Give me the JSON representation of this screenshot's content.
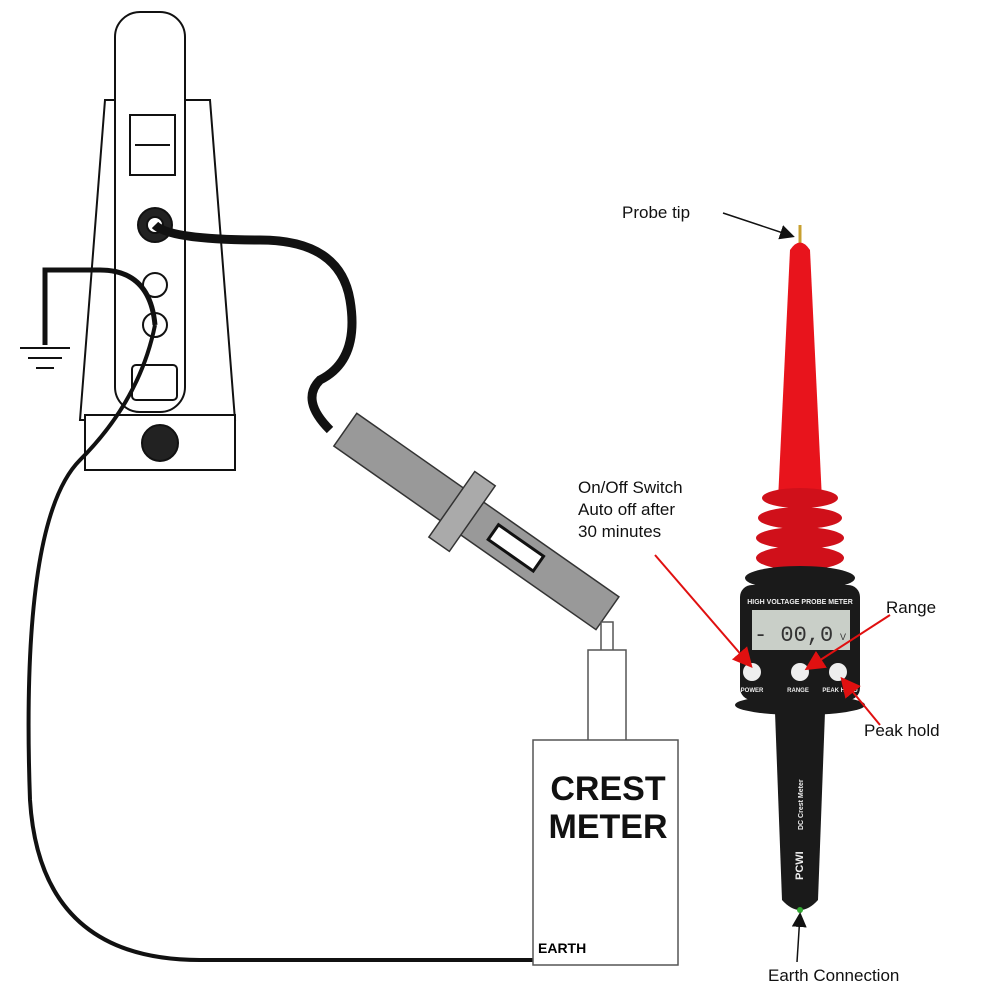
{
  "labels": {
    "probe_tip": "Probe tip",
    "on_off": [
      "On/Off Switch",
      "Auto off after",
      "30 minutes"
    ],
    "range": "Range",
    "peak_hold": "Peak hold",
    "earth_connection": "Earth Connection"
  },
  "crest_meter": {
    "title_line1": "CREST",
    "title_line2": "METER",
    "earth": "EARTH"
  },
  "probe_meter": {
    "header": "HIGH VOLTAGE PROBE METER",
    "display": "- 00,0",
    "unit": "V",
    "buttons": [
      "POWER",
      "RANGE",
      "PEAK HOLD"
    ],
    "brand": "PCWI",
    "model": "DC Crest Meter"
  },
  "colors": {
    "probe_red": "#e8141c",
    "probe_body": "#1a1a1a",
    "lcd": "#c9cfc8",
    "arrow": "#e01010"
  }
}
